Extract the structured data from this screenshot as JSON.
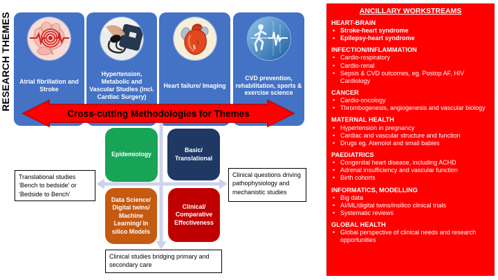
{
  "axis_title": "RESEARCH THEMES",
  "themes": [
    {
      "label": "Atrial fibrillation and Stroke",
      "icon": "brain-stroke-icon"
    },
    {
      "label": "Hypertension, Metabolic and Vascular Studies (incl. Cardiac Surgery)",
      "icon": "blood-pressure-icon"
    },
    {
      "label": "Heart failure/ Imaging",
      "icon": "heart-anatomy-icon"
    },
    {
      "label": "CVD prevention, rehabilitation, sports & exercise science",
      "icon": "exercise-ecg-icon"
    }
  ],
  "cross_arrow_label": "Cross-cutting Methodologies for Themes",
  "quadrants": [
    {
      "label": "Epidemiology",
      "color": "#17A456"
    },
    {
      "label": "Basic/ Translational",
      "color": "#1F3864"
    },
    {
      "label": "Data Science/ Digital twins/ Machine Learning/ In silico Models",
      "color": "#C55A11"
    },
    {
      "label": "Clinical/ Comparative Effectiveness",
      "color": "#C00000"
    }
  ],
  "callouts": {
    "left": "Translational studies ‘Bench to bedside’ or ‘Bedside to Bench’",
    "right": "Clinical questions driving pathophysiology and mechanistic studies",
    "bottom": "Clinical studies bridging primary and secondary care"
  },
  "ancillary": {
    "title": "ANCILLARY WORKSTREAMS",
    "panel_color": "#FE0000",
    "sections": [
      {
        "heading": "HEART-BRAIN",
        "items": [
          "Stroke-heart syndrome",
          "Epilepsy-heart syndrome"
        ]
      },
      {
        "heading": "INFECTION/INFLAMMATION",
        "items": [
          "Cardio-respiratory",
          "Cardio-renal",
          "Sepsis & CVD outcomes, eg. Postop AF, HIV Cardiology"
        ]
      },
      {
        "heading": "CANCER",
        "items": [
          "Cardio-oncology",
          "Thrombogenesis, angiogenesis and vascular biology"
        ]
      },
      {
        "heading": "MATERNAL HEALTH",
        "items": [
          "Hypertension in pregnancy",
          "Cardiac and vascular structure and function",
          "Drugs eg. Atenolol and small babies"
        ]
      },
      {
        "heading": "PAEDIATRICS",
        "items": [
          "Congenital heart disease, including ACHD",
          "Adrenal insufficiency and vascular function",
          "Birth cohorts"
        ]
      },
      {
        "heading": "INFORMATICS, MODELLING",
        "items": [
          "Big data",
          "AI/ML/digital twins/insilico clinical trials",
          "Systematic reviews"
        ]
      },
      {
        "heading": "GLOBAL HEALTH",
        "items": [
          "Global perspective of clinical needs and research opportunities"
        ]
      }
    ]
  },
  "colors": {
    "theme_box_blue": "#4472C4",
    "arrow_red": "#FF0000",
    "arrow_red_border": "#C00000",
    "axes_lavender": "#CDD3EC"
  },
  "bullet_glyph": "•"
}
